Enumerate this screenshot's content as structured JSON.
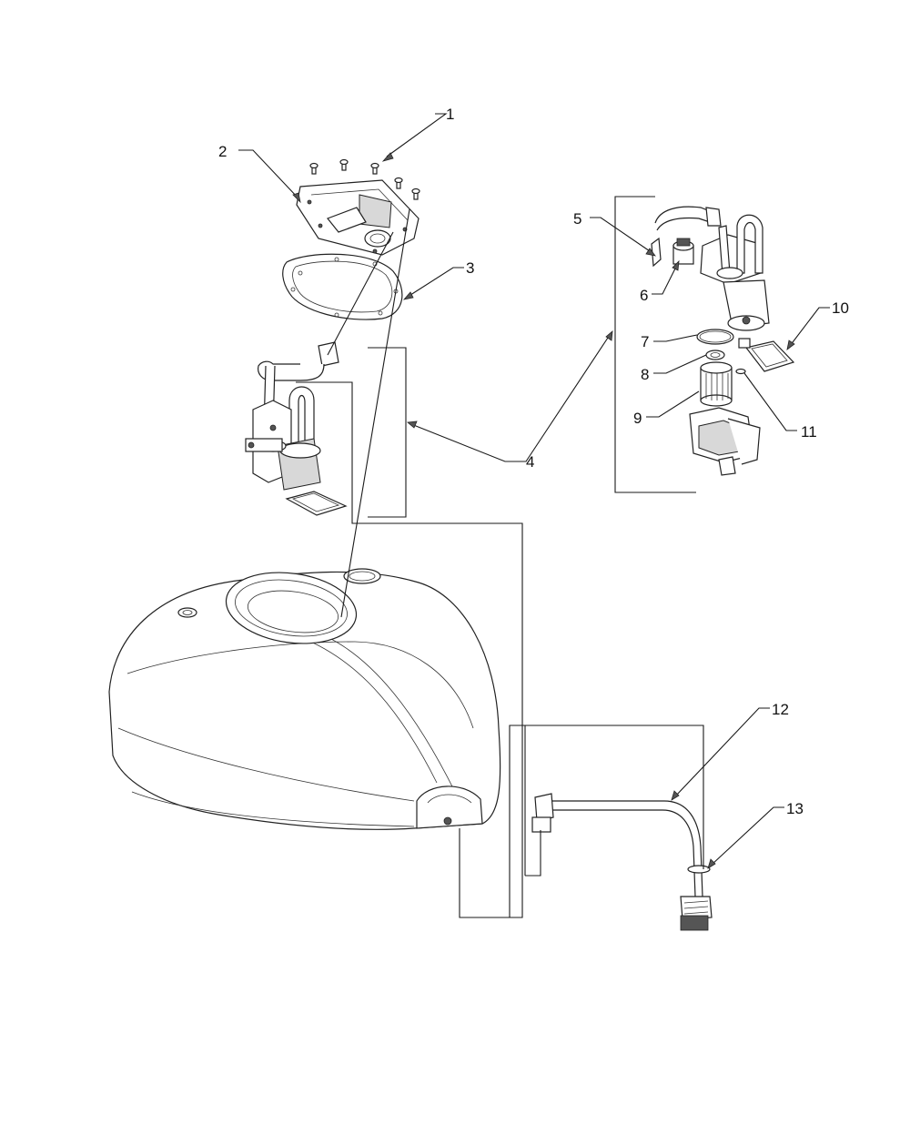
{
  "callouts": [
    {
      "id": "1",
      "label": "1"
    },
    {
      "id": "2",
      "label": "2"
    },
    {
      "id": "3",
      "label": "3"
    },
    {
      "id": "4",
      "label": "4"
    },
    {
      "id": "5",
      "label": "5"
    },
    {
      "id": "6",
      "label": "6"
    },
    {
      "id": "7",
      "label": "7"
    },
    {
      "id": "8",
      "label": "8"
    },
    {
      "id": "9",
      "label": "9"
    },
    {
      "id": "10",
      "label": "10"
    },
    {
      "id": "11",
      "label": "11"
    },
    {
      "id": "12",
      "label": "12"
    },
    {
      "id": "13",
      "label": "13"
    }
  ],
  "parts": [
    {
      "name": "screw"
    },
    {
      "name": "fuel-pump-cover-plate"
    },
    {
      "name": "gasket"
    },
    {
      "name": "fuel-pump-assembly"
    },
    {
      "name": "clip"
    },
    {
      "name": "pressure-regulator"
    },
    {
      "name": "o-ring"
    },
    {
      "name": "seal"
    },
    {
      "name": "fuel-filter"
    },
    {
      "name": "strainer"
    },
    {
      "name": "small-o-ring"
    },
    {
      "name": "fuel-hose"
    },
    {
      "name": "hose-clamp"
    },
    {
      "name": "fuel-tank"
    }
  ]
}
